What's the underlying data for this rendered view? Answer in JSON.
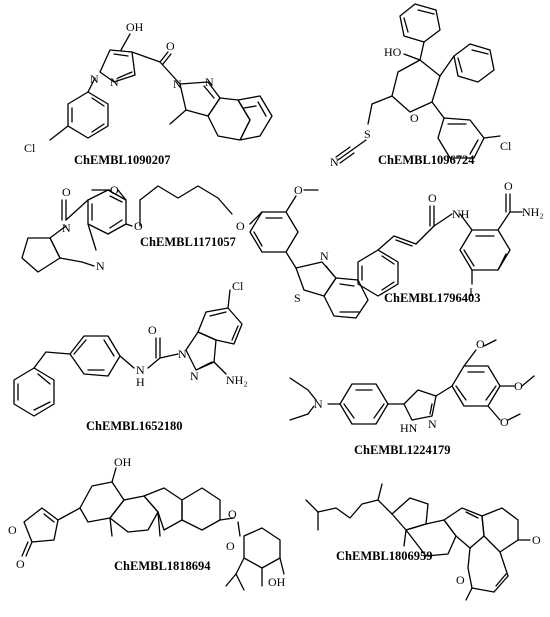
{
  "figure": {
    "molecules": [
      {
        "id": "ChEMBL1090207",
        "atoms": {
          "oh": "OH",
          "n1": "N",
          "n2": "N",
          "o": "O",
          "n3": "N",
          "n4": "N",
          "cl": "Cl"
        }
      },
      {
        "id": "ChEMBL1096724",
        "atoms": {
          "ho": "HO",
          "o": "O",
          "s": "S",
          "n": "N",
          "cl": "Cl"
        }
      },
      {
        "id": "ChEMBL1171057",
        "atoms": {
          "o1": "O",
          "o2": "O",
          "o3": "O",
          "n1": "N",
          "n2": "N",
          "o4": "O",
          "o5": "O",
          "n3": "N",
          "s": "S"
        }
      },
      {
        "id": "ChEMBL1796403",
        "atoms": {
          "o1": "O",
          "nh": "NH",
          "o2": "O",
          "nh2": "NH₂",
          "i": "I"
        }
      },
      {
        "id": "ChEMBL1652180",
        "atoms": {
          "cl": "Cl",
          "o": "O",
          "n1": "N",
          "n2": "N",
          "n3": "N",
          "h": "H",
          "nh2": "NH₂"
        }
      },
      {
        "id": "ChEMBL1224179",
        "atoms": {
          "o1": "O",
          "o2": "O",
          "o3": "O",
          "n": "N",
          "n2": "N",
          "hn": "HN"
        }
      },
      {
        "id": "ChEMBL1818694",
        "atoms": {
          "oh1": "OH",
          "o1": "O",
          "o2": "O",
          "o3": "O",
          "o4": "O",
          "oh2": "OH"
        }
      },
      {
        "id": "ChEMBL1806959",
        "atoms": {
          "o1": "O",
          "o2": "O"
        }
      }
    ]
  }
}
